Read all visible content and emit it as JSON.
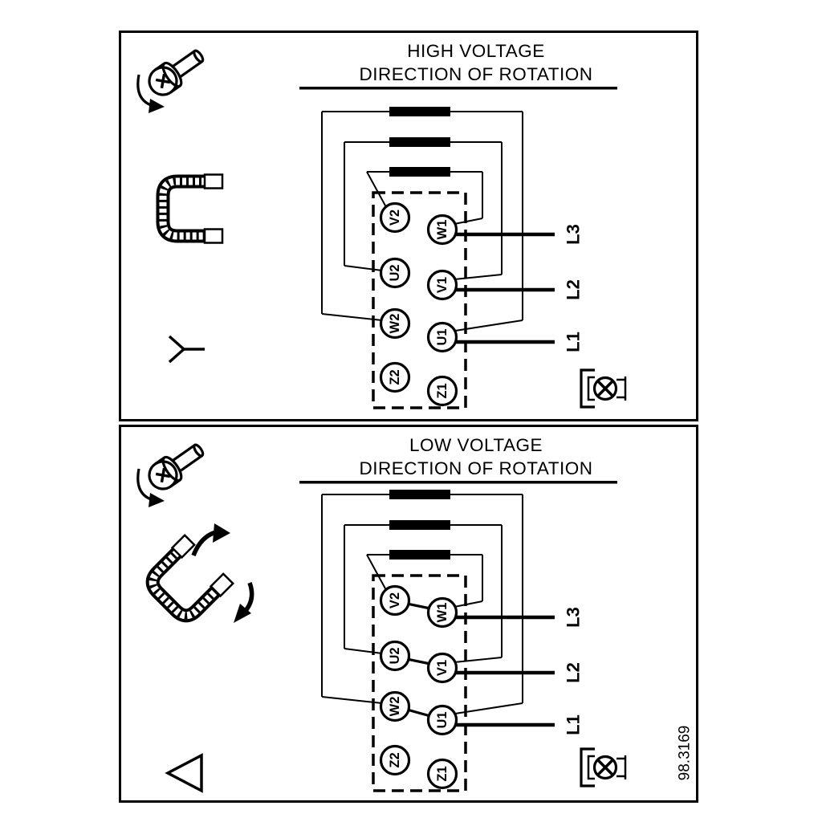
{
  "colors": {
    "ink": "#000000",
    "paper": "#ffffff"
  },
  "high_voltage_panel": {
    "title": "HIGH VOLTAGE",
    "subtitle": "DIRECTION OF ROTATION",
    "terminals": [
      "V2",
      "W1",
      "U2",
      "V1",
      "W2",
      "U1",
      "Z2",
      "Z1"
    ],
    "supply_lines": [
      "L3",
      "L2",
      "L1"
    ],
    "connection": "star"
  },
  "low_voltage_panel": {
    "title": "LOW VOLTAGE",
    "subtitle": "DIRECTION OF ROTATION",
    "terminals": [
      "V2",
      "W1",
      "U2",
      "V1",
      "W2",
      "U1",
      "Z2",
      "Z1"
    ],
    "supply_lines": [
      "L3",
      "L2",
      "L1"
    ],
    "connection": "delta"
  },
  "drawing_number": "98.3169"
}
